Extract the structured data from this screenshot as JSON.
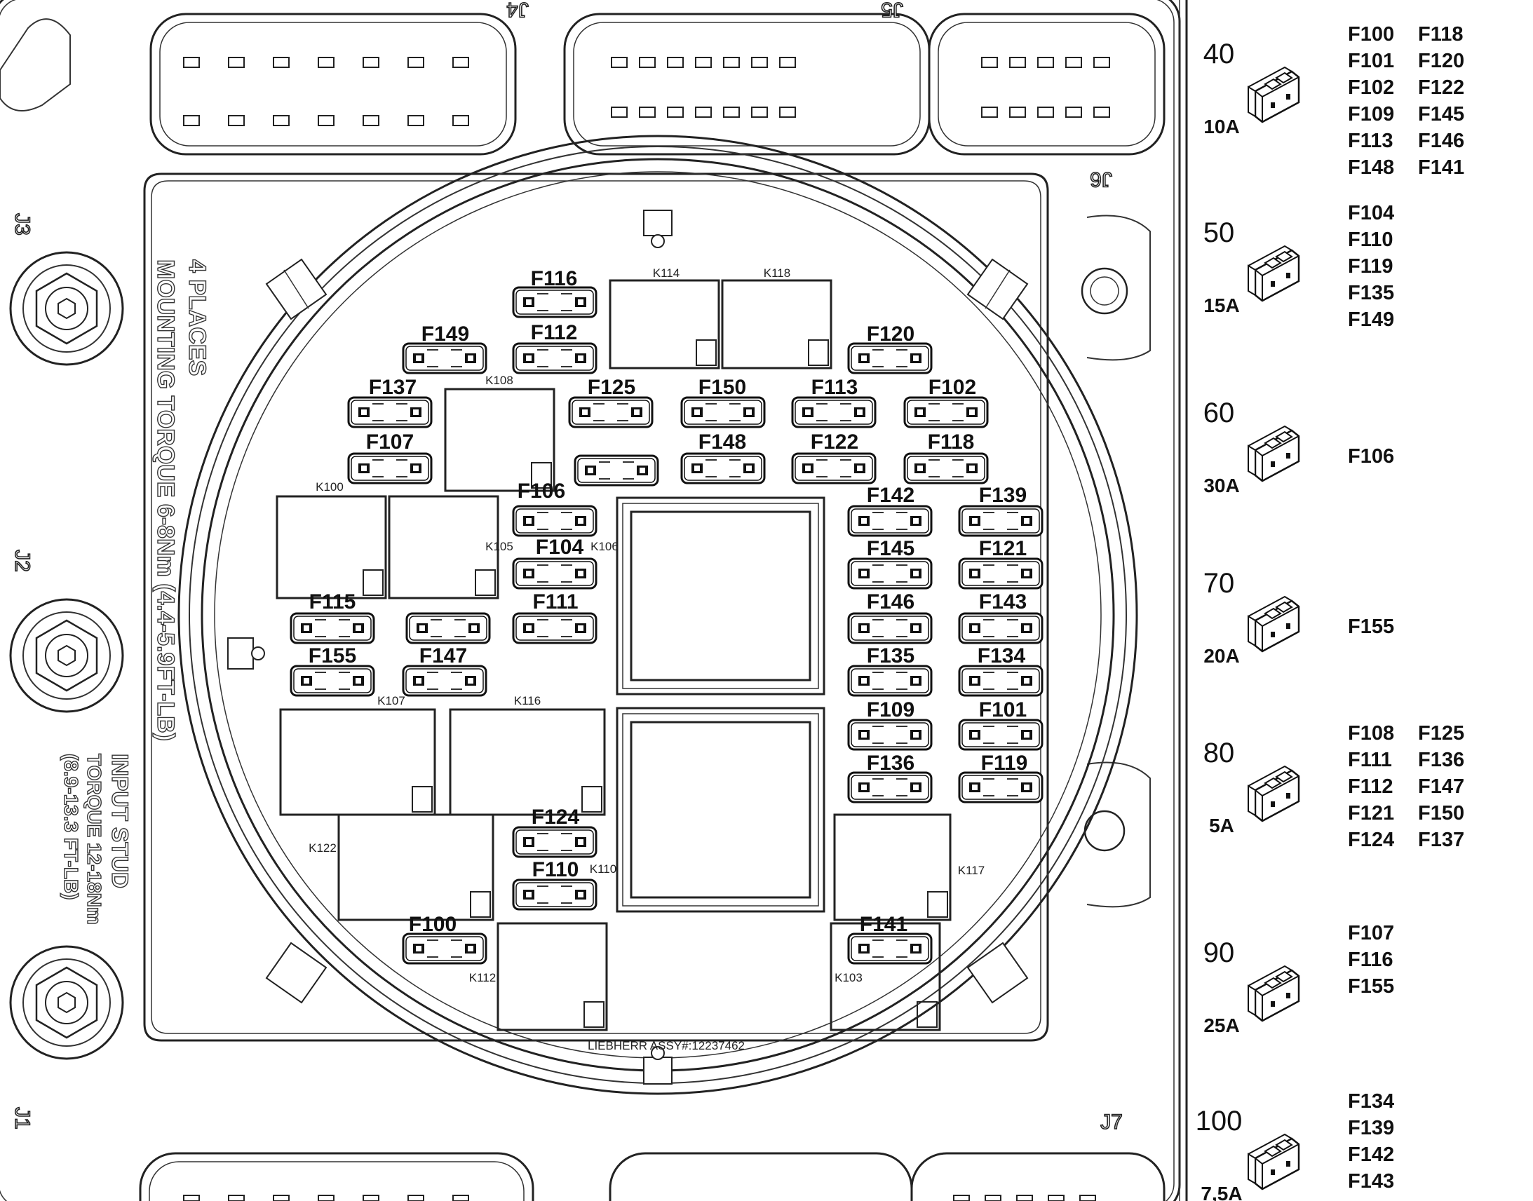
{
  "connectors": {
    "j1": "J1",
    "j2": "J2",
    "j3": "J3",
    "j4": "J4",
    "j5": "J5",
    "j6": "J6",
    "j7": "J7"
  },
  "rotated_text": {
    "mounting_line1": "4 PLACES",
    "mounting_line2": "MOUNTING TORQUE 6-8Nm (4.4-5.9FT-LB)",
    "stud_line1": "INPUT STUD",
    "stud_line2": "TORQUE 12-18Nm",
    "stud_line3": "(8.9-13.3 FT-LB)"
  },
  "assembly_label": "LIEBHERR ASSY#:12237462",
  "fuses": [
    {
      "label": "F116"
    },
    {
      "label": "F149"
    },
    {
      "label": "F112"
    },
    {
      "label": "F120"
    },
    {
      "label": "F137"
    },
    {
      "label": "F125"
    },
    {
      "label": "F150"
    },
    {
      "label": "F113"
    },
    {
      "label": "F102"
    },
    {
      "label": "F107"
    },
    {
      "label": "F148"
    },
    {
      "label": "F122"
    },
    {
      "label": "F118"
    },
    {
      "label": "F106"
    },
    {
      "label": "F142"
    },
    {
      "label": "F139"
    },
    {
      "label": "F104"
    },
    {
      "label": "F145"
    },
    {
      "label": "F121"
    },
    {
      "label": "F115"
    },
    {
      "label": "F111"
    },
    {
      "label": "F146"
    },
    {
      "label": "F143"
    },
    {
      "label": "F155"
    },
    {
      "label": "F147"
    },
    {
      "label": "F135"
    },
    {
      "label": "F134"
    },
    {
      "label": "F109"
    },
    {
      "label": "F101"
    },
    {
      "label": "F136"
    },
    {
      "label": "F119"
    },
    {
      "label": "F124"
    },
    {
      "label": "F110"
    },
    {
      "label": "F100"
    },
    {
      "label": "F141"
    }
  ],
  "relays": [
    {
      "label": "K114"
    },
    {
      "label": "K118"
    },
    {
      "label": "K108"
    },
    {
      "label": "K100"
    },
    {
      "label": "K105"
    },
    {
      "label": "K106"
    },
    {
      "label": "K107"
    },
    {
      "label": "K116"
    },
    {
      "label": "K122"
    },
    {
      "label": "K110"
    },
    {
      "label": "K117"
    },
    {
      "label": "K112"
    },
    {
      "label": "K103"
    }
  ],
  "legend": [
    {
      "number": "40",
      "amps": "10A",
      "fuses": [
        "F100",
        "F118",
        "F101",
        "F120",
        "F102",
        "F122",
        "F109",
        "F145",
        "F113",
        "F146",
        "F148",
        "F141"
      ]
    },
    {
      "number": "50",
      "amps": "15A",
      "fuses": [
        "F104",
        "F110",
        "F119",
        "F135",
        "F149"
      ]
    },
    {
      "number": "60",
      "amps": "30A",
      "fuses": [
        "F106"
      ]
    },
    {
      "number": "70",
      "amps": "20A",
      "fuses": [
        "F155"
      ]
    },
    {
      "number": "80",
      "amps": "5A",
      "fuses": [
        "F108",
        "F125",
        "F111",
        "F136",
        "F112",
        "F147",
        "F121",
        "F150",
        "F124",
        "F137"
      ]
    },
    {
      "number": "90",
      "amps": "25A",
      "fuses": [
        "F107",
        "F116",
        "F155"
      ]
    },
    {
      "number": "100",
      "amps": "7,5A",
      "fuses": [
        "F134",
        "F139",
        "F142",
        "F143"
      ]
    }
  ]
}
